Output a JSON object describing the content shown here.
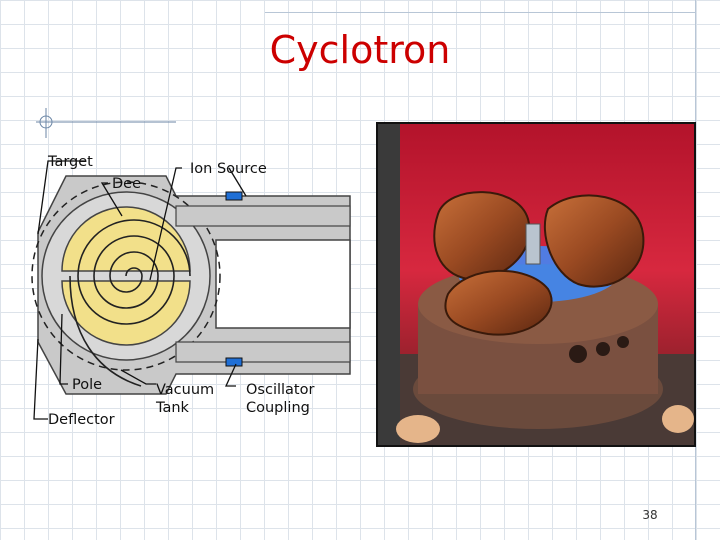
{
  "slide": {
    "title": "Cyclotron",
    "page_number": "38"
  },
  "diagram": {
    "labels": {
      "target": "Target",
      "dee": "Dee",
      "ion_source": "Ion Source",
      "pole": "Pole",
      "vacuum_tank_line1": "Vacuum",
      "vacuum_tank_line2": "Tank",
      "oscillator_line1": "Oscillator",
      "oscillator_line2": "Coupling",
      "deflector": "Deflector"
    },
    "colors": {
      "dee_fill": "#f2e08a",
      "body_fill": "#c9c9c9",
      "electrode_blue": "#1f6fd6"
    }
  },
  "photo": {
    "background_color": "#d7283f",
    "magnet_color": "#9a4a22"
  }
}
